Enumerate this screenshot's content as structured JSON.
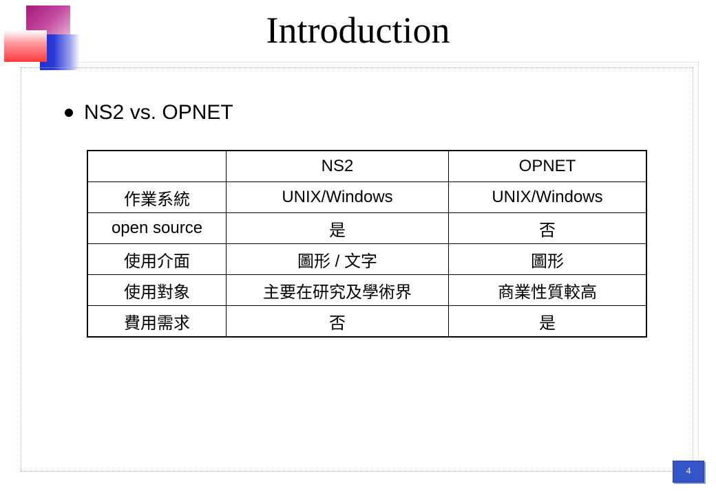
{
  "slide": {
    "title": "Introduction",
    "bullet": "NS2 vs. OPNET",
    "page_number": "4"
  },
  "table": {
    "header": [
      "",
      "NS2",
      "OPNET"
    ],
    "rows": [
      [
        "作業系統",
        "UNIX/Windows",
        "UNIX/Windows"
      ],
      [
        "open source",
        "是",
        "否"
      ],
      [
        "使用介面",
        "圖形 / 文字",
        "圖形"
      ],
      [
        "使用對象",
        "主要在研究及學術界",
        "商業性質較高"
      ],
      [
        "費用需求",
        "否",
        "是"
      ]
    ]
  }
}
